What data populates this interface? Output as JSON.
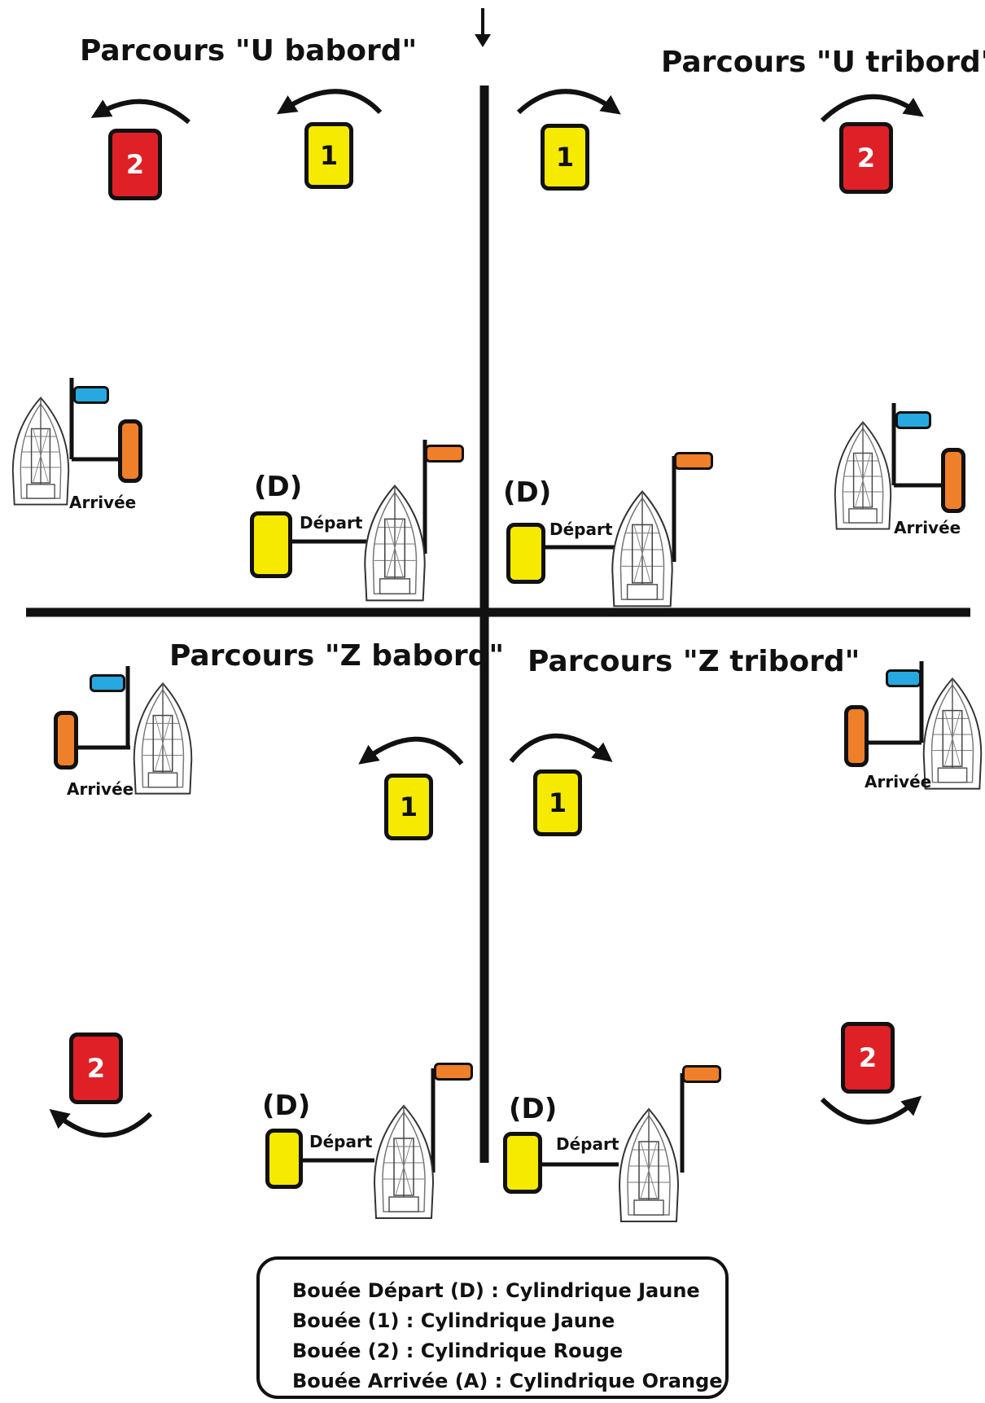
{
  "titles": {
    "u_babord": "Parcours \"U babord\"",
    "u_tribord": "Parcours \"U tribord\"",
    "z_babord": "Parcours \"Z babord\"",
    "z_tribord": "Parcours \"Z tribord\""
  },
  "labels": {
    "depart": "Départ",
    "arrivee": "Arrivée",
    "depart_marker": "(D)",
    "buoy_1": "1",
    "buoy_2": "2"
  },
  "legend": [
    "Bouée Départ (D) : Cylindrique Jaune",
    "Bouée (1) : Cylindrique Jaune",
    "Bouée (2) : Cylindrique Rouge",
    "Bouée Arrivée (A) : Cylindrique Orange"
  ],
  "colors": {
    "yellow_buoy": "#f5ea00",
    "red_buoy": "#e02027",
    "orange_buoy": "#f07f2a",
    "blue_flag": "#27a8e0",
    "lines": "#111111"
  },
  "icons": {
    "wind": "down-arrow-icon",
    "rounding": "curved-arrow-icon",
    "boat": "sailboat-icon"
  }
}
